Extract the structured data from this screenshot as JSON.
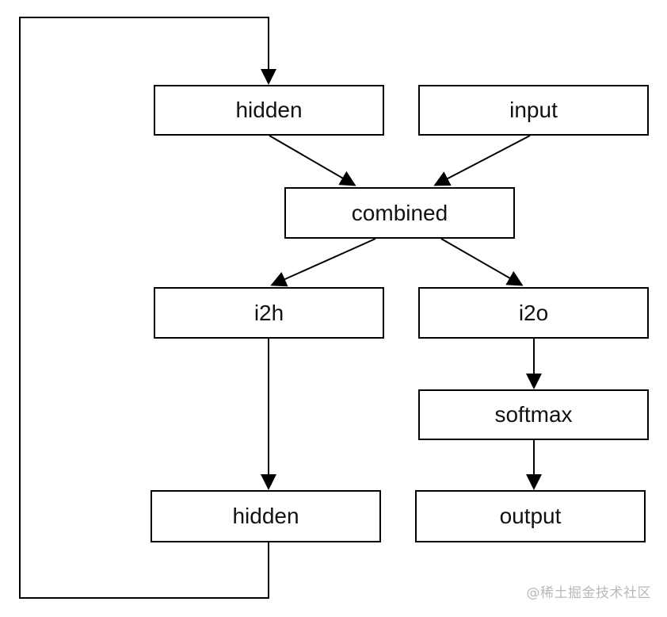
{
  "diagram": {
    "nodes": {
      "hidden_top": "hidden",
      "input": "input",
      "combined": "combined",
      "i2h": "i2h",
      "i2o": "i2o",
      "softmax": "softmax",
      "hidden_bottom": "hidden",
      "output": "output"
    },
    "edges": [
      {
        "from": "hidden (top)",
        "to": "combined"
      },
      {
        "from": "input",
        "to": "combined"
      },
      {
        "from": "combined",
        "to": "i2h"
      },
      {
        "from": "combined",
        "to": "i2o"
      },
      {
        "from": "i2h",
        "to": "hidden (bottom)"
      },
      {
        "from": "i2o",
        "to": "softmax"
      },
      {
        "from": "softmax",
        "to": "output"
      },
      {
        "from": "hidden (bottom)",
        "to": "hidden (top)"
      }
    ]
  },
  "watermark": "@稀土掘金技术社区",
  "colors": {
    "stroke": "#000000",
    "background": "#ffffff",
    "watermark": "#b8b8b8"
  }
}
